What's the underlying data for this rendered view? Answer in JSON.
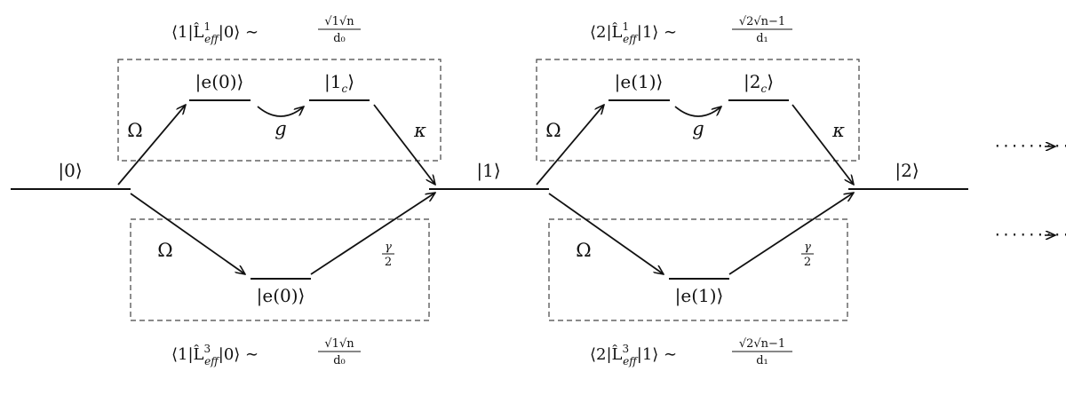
{
  "states": {
    "s0": "|0⟩",
    "s1": "|1⟩",
    "s2": "|2⟩",
    "e0_top": "|e(0)⟩",
    "c1": "|1",
    "c1_sub": "c",
    "e0_bottom": "|e(0)⟩",
    "e1_top": "|e(1)⟩",
    "c2": "|2",
    "c2_sub": "c",
    "e1_bottom": "|e(1)⟩",
    "ket_close": "⟩"
  },
  "couplings": {
    "omega": "Ω",
    "g": "g",
    "kappa": "κ",
    "gamma": "γ",
    "two": "2"
  },
  "formulas": {
    "block1_top": "⟨1|L̂",
    "block1_top_sup": "1",
    "block1_top_sub": "eff",
    "block1_top_rest": "|0⟩ ∼",
    "block1_top_num": "√1√n",
    "block1_top_den": "d₀",
    "block1_bottom": "⟨1|L̂",
    "block1_bottom_sup": "3",
    "block1_bottom_sub": "eff",
    "block1_bottom_rest": "|0⟩ ∼",
    "block1_bottom_num": "√1√n",
    "block1_bottom_den": "d₀",
    "block2_top": "⟨2|L̂",
    "block2_top_sup": "1",
    "block2_top_sub": "eff",
    "block2_top_rest": "|1⟩ ∼",
    "block2_top_num": "√2√n−1",
    "block2_top_den": "d₁",
    "block2_bottom": "⟨2|L̂",
    "block2_bottom_sup": "3",
    "block2_bottom_sub": "eff",
    "block2_bottom_rest": "|1⟩ ∼",
    "block2_bottom_num": "√2√n−1",
    "block2_bottom_den": "d₁"
  },
  "continuation": {
    "dots_top": "·········",
    "dots_bottom": "·········"
  }
}
